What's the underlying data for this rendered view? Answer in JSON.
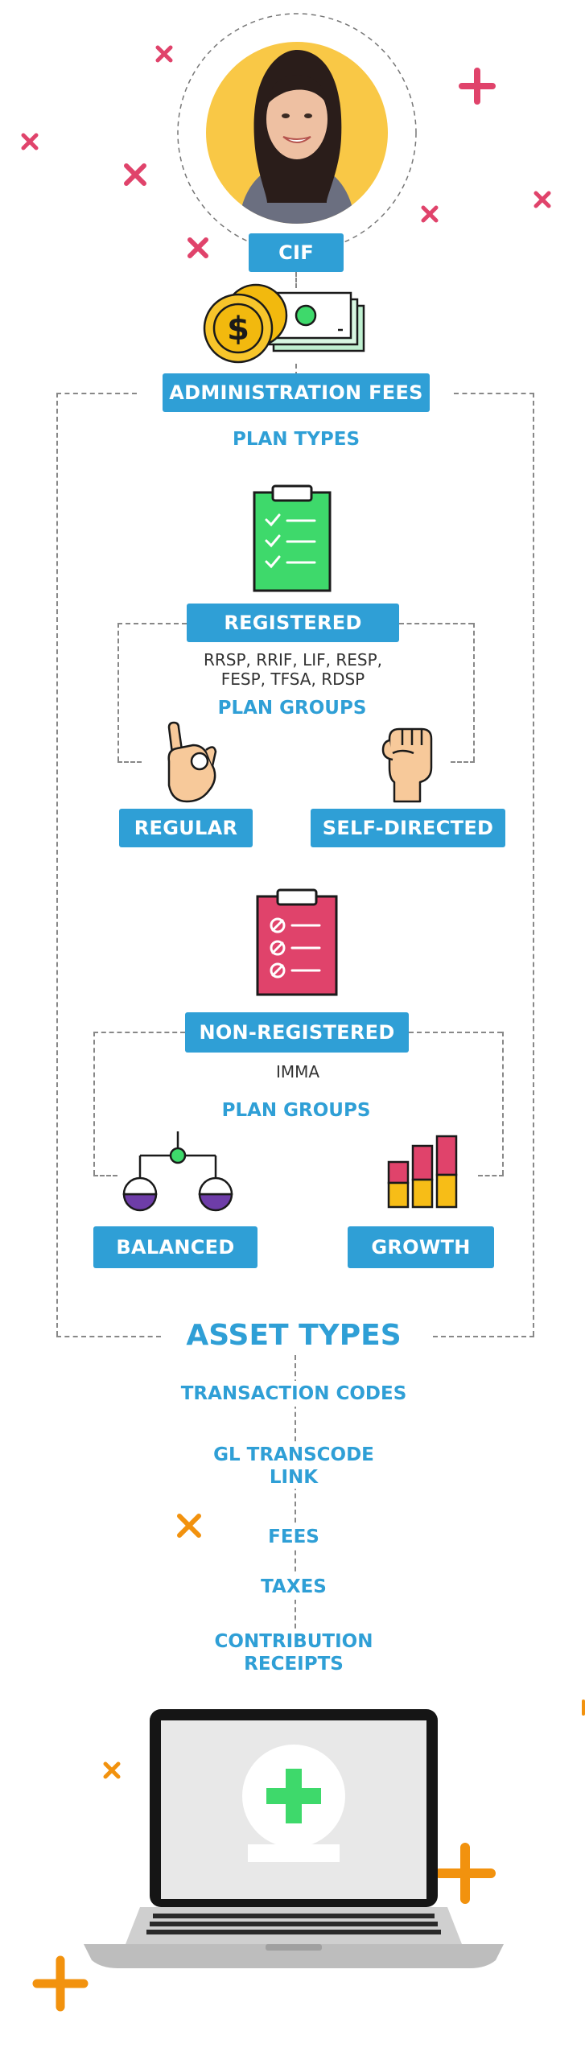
{
  "top": {
    "badge": "CIF"
  },
  "admin": {
    "badge": "ADMINISTRATION FEES",
    "plan_types": "PLAN TYPES"
  },
  "registered": {
    "badge": "REGISTERED",
    "plans_line1": "RRSP, RRIF, LIF, RESP,",
    "plans_line2": "FESP, TFSA, RDSP",
    "groups": "PLAN GROUPS",
    "group_left": "REGULAR",
    "group_right": "SELF-DIRECTED"
  },
  "nonregistered": {
    "badge": "NON-REGISTERED",
    "plans": "IMMA",
    "groups": "PLAN GROUPS",
    "group_left": "BALANCED",
    "group_right": "GROWTH"
  },
  "asset": {
    "title": "ASSET TYPES",
    "items": {
      "transaction_codes": "TRANSACTION CODES",
      "gl_line1": "GL TRANSCODE",
      "gl_line2": "LINK",
      "fees": "FEES",
      "taxes": "TAXES",
      "contrib_line1": "CONTRIBUTION",
      "contrib_line2": "RECEIPTS"
    }
  },
  "colors": {
    "accent_blue": "#2f9fd6",
    "pink": "#e0436b",
    "orange": "#f2920e",
    "green": "#3ed96b",
    "purple": "#6e3da8",
    "yellow": "#f7bd17"
  }
}
